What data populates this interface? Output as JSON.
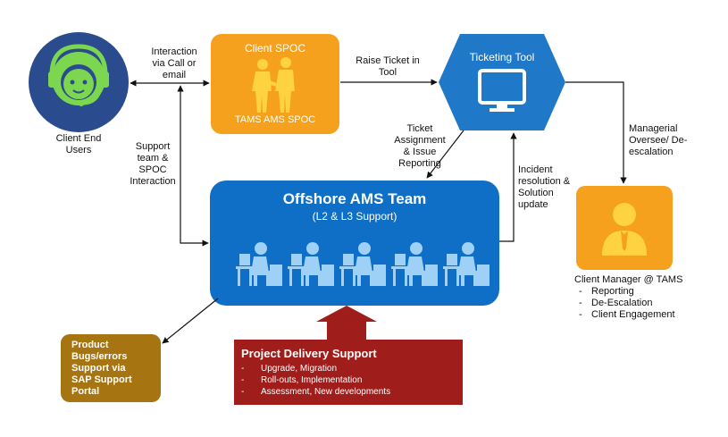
{
  "nodes": {
    "client_end_users": {
      "label": "Client End\nUsers",
      "color": "#2a4b8d",
      "icon": "headset-agent-icon"
    },
    "client_spoc": {
      "title": "Client SPOC",
      "subtitle": "TAMS AMS SPOC",
      "color": "#f5a11d",
      "icon": "two-people-handshake-icon"
    },
    "ticketing_tool": {
      "title": "Ticketing Tool",
      "color": "#1f78c8",
      "icon": "monitor-icon"
    },
    "offshore_team": {
      "title": "Offshore AMS Team",
      "subtitle": "(L2 & L3 Support)",
      "color": "#0f6fc6",
      "icon": "people-at-desks-icon"
    },
    "client_manager": {
      "title": "Client Manager @ TAMS",
      "items": [
        "Reporting",
        "De-Escalation",
        "Client Engagement"
      ],
      "color": "#f5a11d",
      "icon": "manager-icon"
    },
    "product_bugs": {
      "label": "Product\nBugs/errors\nSupport via\nSAP Support\nPortal",
      "color": "#a77412"
    },
    "project_delivery": {
      "title": "Project Delivery Support",
      "items": [
        "Upgrade, Migration",
        "Roll-outs, Implementation",
        "Assessment, New developments"
      ],
      "color": "#9f1d1a"
    }
  },
  "edges": {
    "interaction_call_email": "Interaction\nvia Call or\nemail",
    "raise_ticket": "Raise Ticket in\nTool",
    "ticket_assignment": "Ticket\nAssignment\n& Issue\nReporting",
    "incident_resolution": "Incident\nresolution &\nSolution\nupdate",
    "managerial_oversee": "Managerial\nOversee/ De-\nescalation",
    "support_spoc": "Support\nteam &\nSPOC\nInteraction"
  }
}
